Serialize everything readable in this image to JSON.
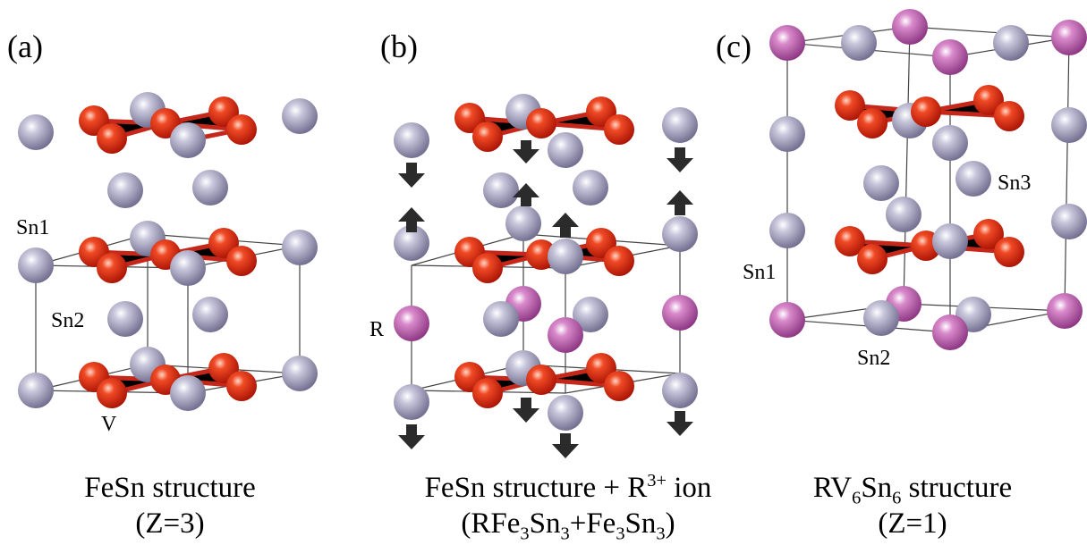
{
  "colors": {
    "sn": "#8f8cab",
    "v": "#e0220d",
    "r": "#b552a8",
    "arrow": "#2b2b2b",
    "edge": "#333333",
    "bond": "#c5281a"
  },
  "panels": [
    {
      "label": "(a)",
      "atom_labels": [
        "Sn1",
        "Sn2",
        "V"
      ],
      "caption": {
        "line1": "FeSn structure",
        "line2": "(Z=3)"
      }
    },
    {
      "label": "(b)",
      "atom_labels": [
        "R"
      ],
      "caption": {
        "line1_a": "FeSn structure + R",
        "line1_sup": "3+",
        "line1_b": " ion",
        "line2": [
          "(RFe",
          "3",
          "Sn",
          "3",
          "+Fe",
          "3",
          "Sn",
          "3",
          ")"
        ]
      }
    },
    {
      "label": "(c)",
      "atom_labels": [
        "Sn3",
        "Sn1",
        "Sn2"
      ],
      "caption": {
        "line1": [
          "RV",
          "6",
          "Sn",
          "6",
          " structure"
        ],
        "line2": "(Z=1)"
      }
    }
  ]
}
